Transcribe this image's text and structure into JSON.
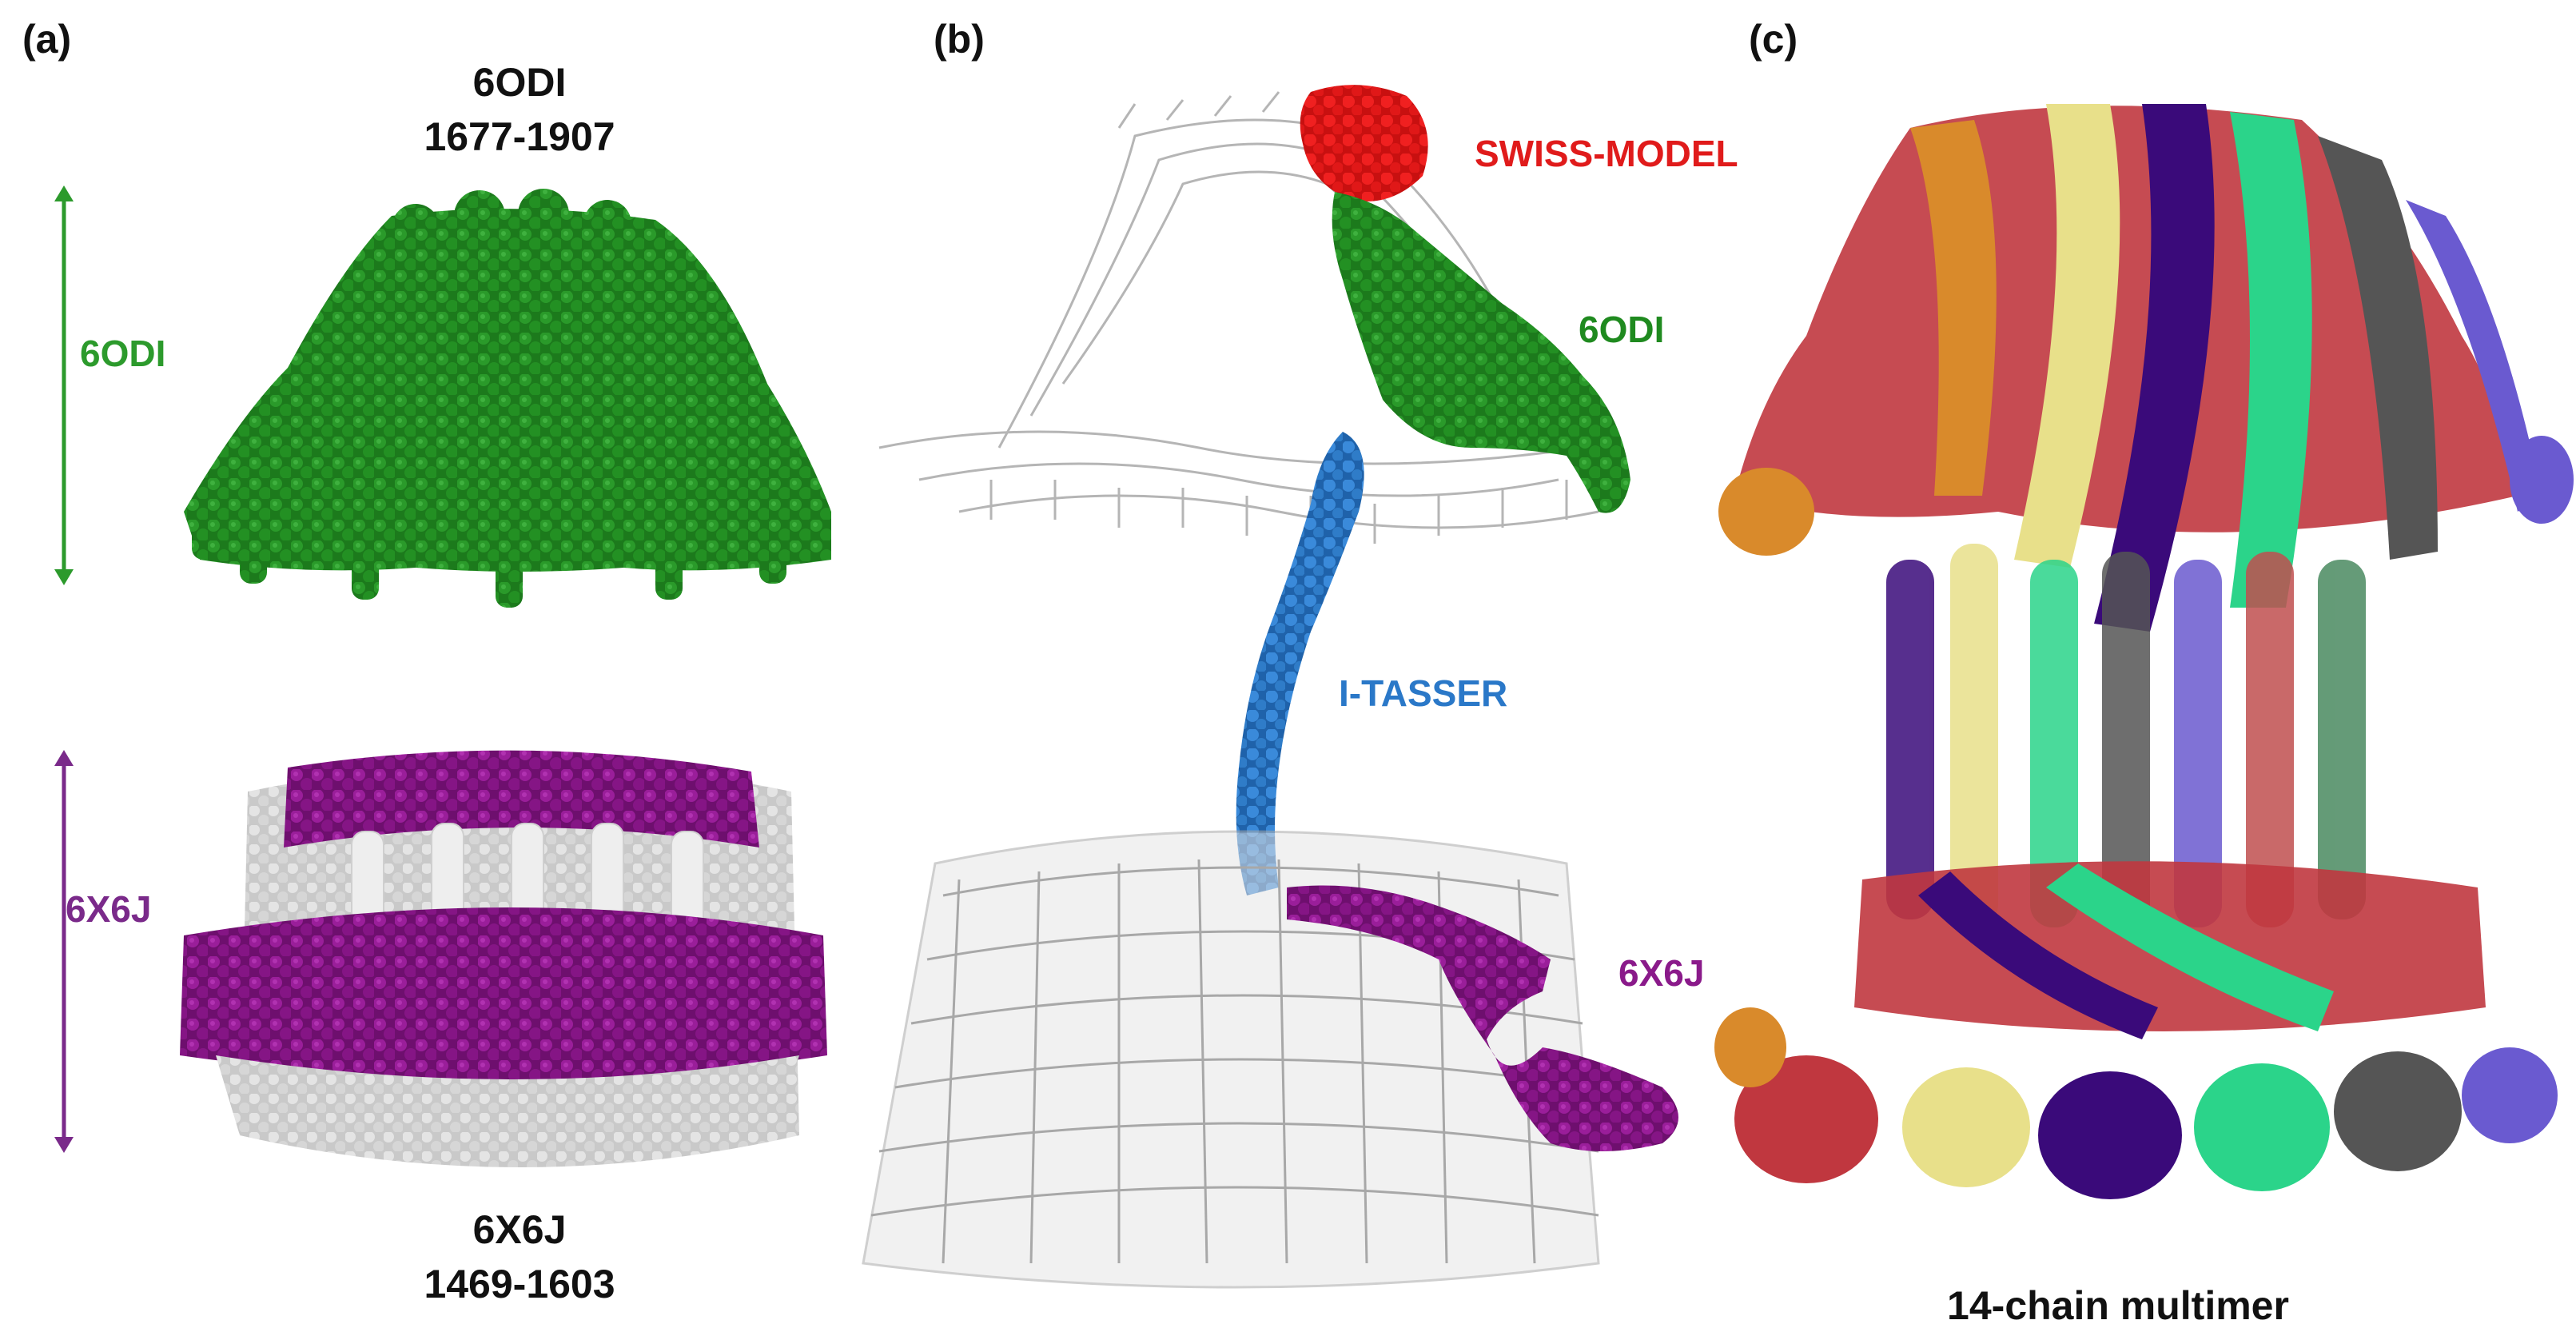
{
  "panels": {
    "a": {
      "label": "(a)",
      "top_title": [
        "6ODI",
        "1677-1907"
      ],
      "bottom_title": [
        "6X6J",
        "1469-1603"
      ],
      "side_labels": {
        "top": "6ODI",
        "bottom": "6X6J"
      }
    },
    "b": {
      "label": "(b)",
      "annotations": {
        "swiss": "SWISS-MODEL",
        "odi": "6ODI",
        "itasser": "I-TASSER",
        "x6j": "6X6J"
      }
    },
    "c": {
      "label": "(c)",
      "caption": "14-chain multimer"
    }
  },
  "colors": {
    "green": "#1f8a1f",
    "purple": "#8a1a8a",
    "red": "#e01b1b",
    "blue": "#2a78c8",
    "grey": "#b8b8b8",
    "arrow_green": "#2c9a2c",
    "arrow_purple": "#7a2a8a",
    "chains": [
      "#c0373f",
      "#d98a2b",
      "#e8e08a",
      "#3a0a7a",
      "#2bd48a",
      "#555555",
      "#6a5ad0",
      "#c05050",
      "#4a8a60"
    ]
  }
}
